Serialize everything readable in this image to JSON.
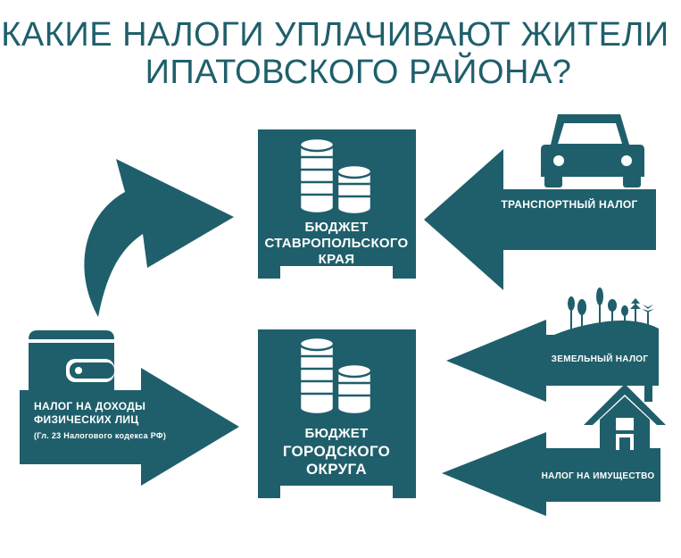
{
  "title": {
    "line1": "КАКИЕ НАЛОГИ УПЛАЧИВАЮТ ЖИТЕЛИ",
    "line2": "ИПАТОВСКОГО РАЙОНА?"
  },
  "budgets": {
    "krai": [
      "БЮДЖЕТ",
      "СТАВРОПОЛЬСКОГО",
      "КРАЯ"
    ],
    "okrug": [
      "БЮДЖЕТ",
      "ГОРОДСКОГО",
      "ОКРУГА"
    ]
  },
  "taxes": {
    "transport": "ТРАНСПОРТНЫЙ НАЛОГ",
    "land": "ЗЕМЕЛЬНЫЙ НАЛОГ",
    "property": "НАЛОГ НА ИМУЩЕСТВО",
    "income_line1": "НАЛОГ НА ДОХОДЫ",
    "income_line2": "ФИЗИЧЕСКИХ ЛИЦ",
    "income_note": "(Гл. 23 Налогового кодекса РФ)"
  },
  "colors": {
    "primary": "#1f5f6b",
    "background": "#ffffff"
  }
}
